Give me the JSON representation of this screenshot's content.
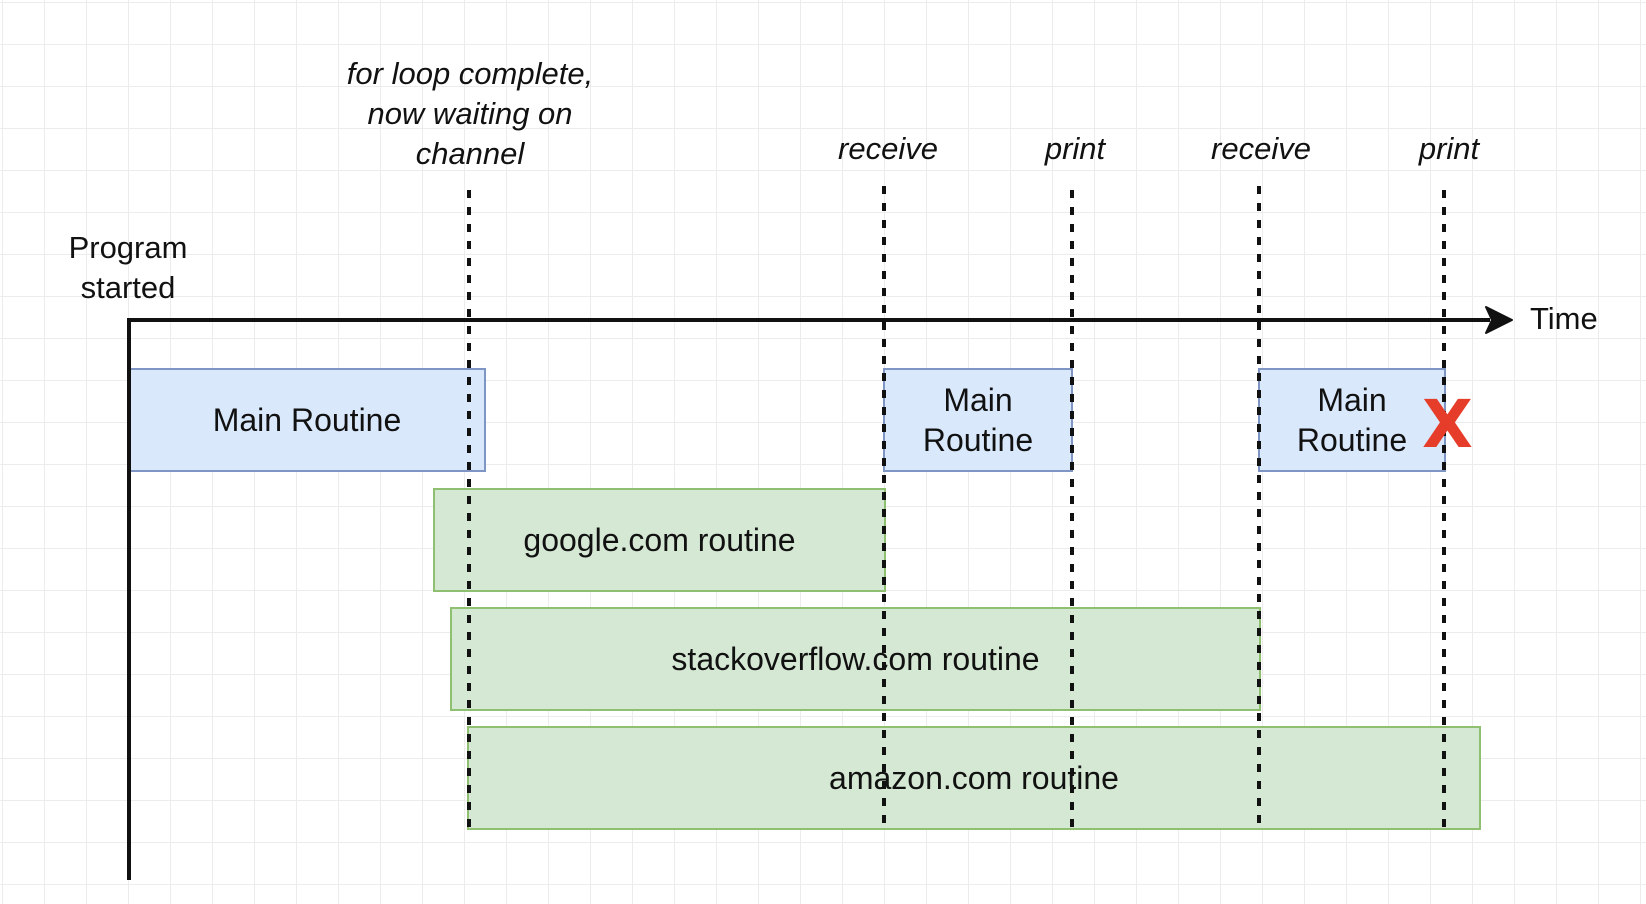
{
  "annotations": {
    "program_started": "Program\nstarted",
    "time_label": "Time",
    "for_loop": "for loop complete,\nnow waiting on\nchannel",
    "receive_1": "receive",
    "print_1": "print",
    "receive_2": "receive",
    "print_2": "print"
  },
  "boxes": {
    "main_routine_1": "Main Routine",
    "main_routine_2": "Main\nRoutine",
    "main_routine_3": "Main\nRoutine",
    "google": "google.com routine",
    "stackoverflow": "stackoverflow.com routine",
    "amazon": "amazon.com routine"
  },
  "termination_mark": "X",
  "colors": {
    "main_fill": "#dae8fc",
    "main_border": "#7f95c4",
    "routine_fill": "#d5e8d4",
    "routine_border": "#8fbf70",
    "termination": "#e53d2a"
  }
}
